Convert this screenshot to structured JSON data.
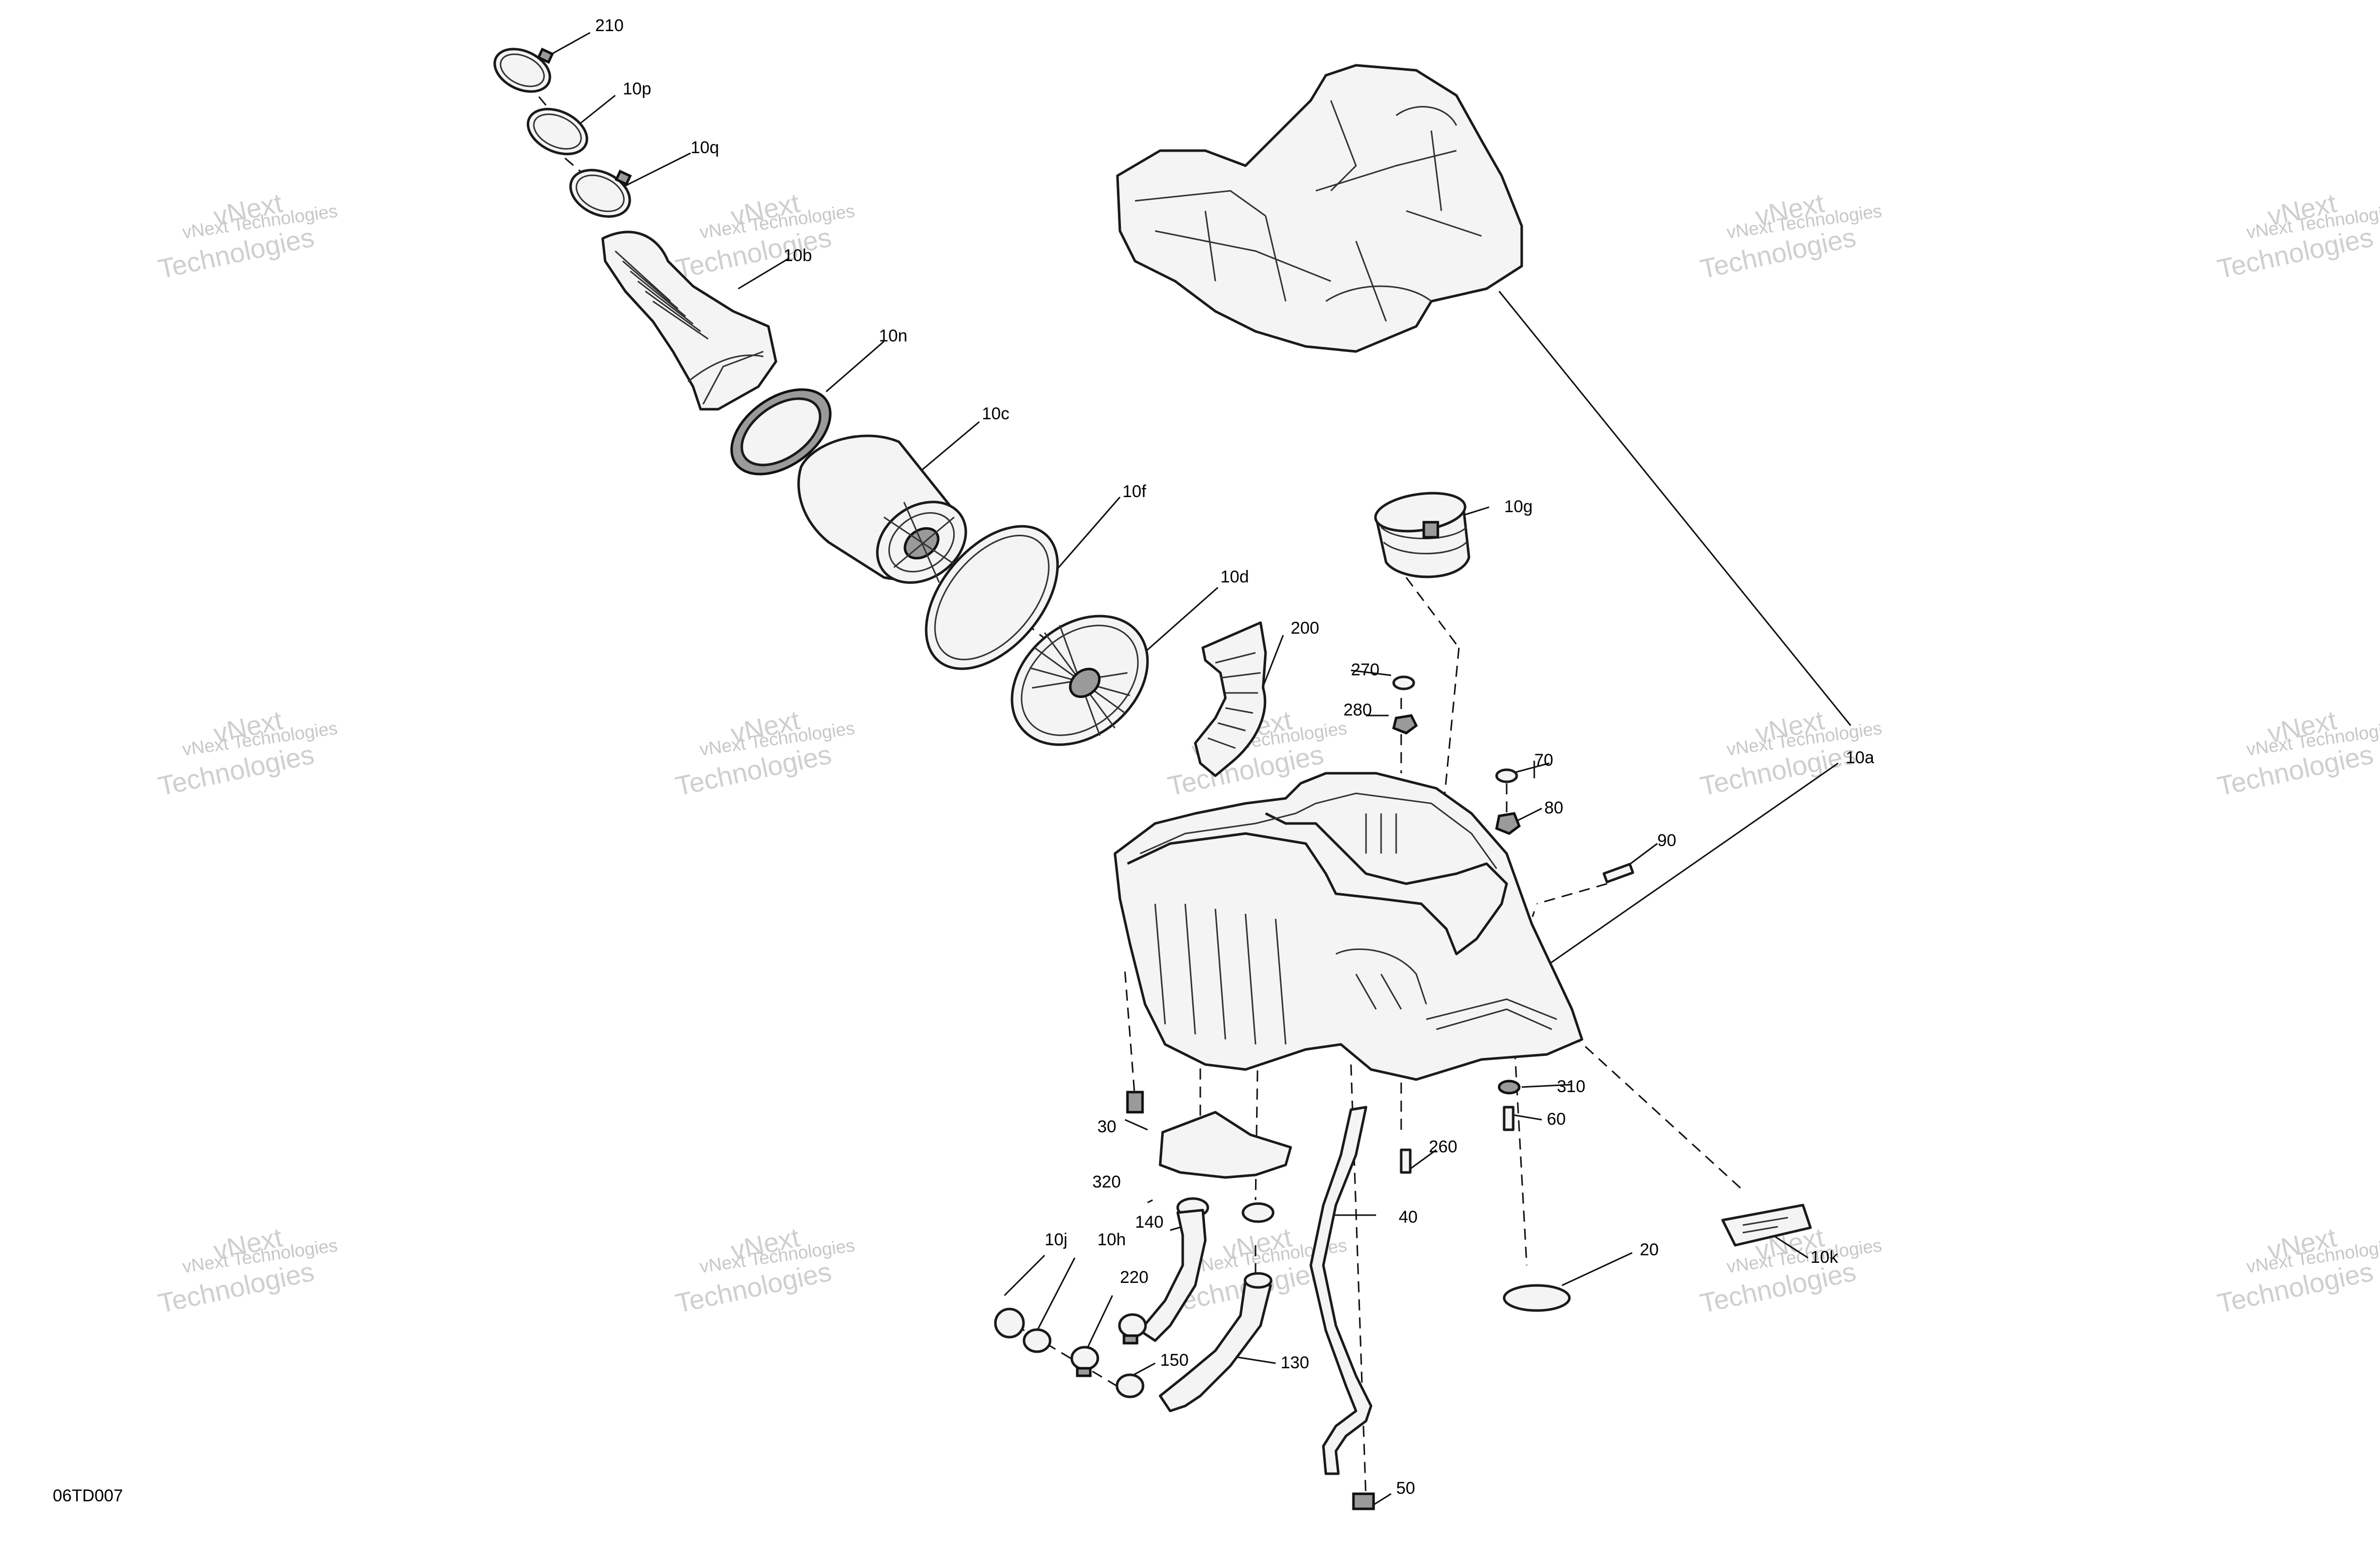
{
  "document_code": "06TD007",
  "watermark": {
    "line1": "vNext Technologies",
    "line2": "vNext",
    "line3": "Technologies"
  },
  "callouts": [
    {
      "id": "210",
      "label": "210"
    },
    {
      "id": "10p",
      "label": "10p"
    },
    {
      "id": "10q",
      "label": "10q"
    },
    {
      "id": "10b",
      "label": "10b"
    },
    {
      "id": "10n",
      "label": "10n"
    },
    {
      "id": "10c",
      "label": "10c"
    },
    {
      "id": "10f",
      "label": "10f"
    },
    {
      "id": "10d",
      "label": "10d"
    },
    {
      "id": "200",
      "label": "200"
    },
    {
      "id": "10g",
      "label": "10g"
    },
    {
      "id": "270",
      "label": "270"
    },
    {
      "id": "280",
      "label": "280"
    },
    {
      "id": "70",
      "label": "70"
    },
    {
      "id": "10a",
      "label": "10a"
    },
    {
      "id": "80",
      "label": "80"
    },
    {
      "id": "90",
      "label": "90"
    },
    {
      "id": "310",
      "label": "310"
    },
    {
      "id": "60",
      "label": "60"
    },
    {
      "id": "260",
      "label": "260"
    },
    {
      "id": "30",
      "label": "30"
    },
    {
      "id": "320",
      "label": "320"
    },
    {
      "id": "40",
      "label": "40"
    },
    {
      "id": "140",
      "label": "140"
    },
    {
      "id": "10j",
      "label": "10j"
    },
    {
      "id": "10h",
      "label": "10h"
    },
    {
      "id": "220",
      "label": "220"
    },
    {
      "id": "150",
      "label": "150"
    },
    {
      "id": "130",
      "label": "130"
    },
    {
      "id": "20",
      "label": "20"
    },
    {
      "id": "10k",
      "label": "10k"
    },
    {
      "id": "50",
      "label": "50"
    }
  ]
}
